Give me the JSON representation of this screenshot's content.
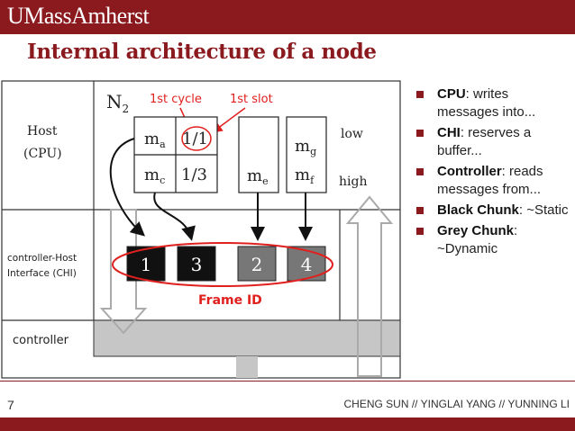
{
  "header": {
    "logo": "UMassAmherst",
    "title": "Internal architecture of a node"
  },
  "diagram": {
    "node": "N",
    "node_sub": "2",
    "layers": {
      "host": "Host",
      "cpu": "(CPU)",
      "chi_line1": "controller-Host",
      "chi_line2": "Interface (CHI)",
      "controller": "controller"
    },
    "annotations": {
      "first_cycle": "1st cycle",
      "first_slot": "1st slot",
      "frame_id": "Frame ID",
      "low": "low",
      "high": "high"
    },
    "buffer_cells": {
      "ma": "m",
      "ma_sub": "a",
      "slot": "1/1",
      "mc": "m",
      "mc_sub": "c",
      "ratio": "1/3",
      "me": "m",
      "me_sub": "e",
      "mg": "m",
      "mg_sub": "g",
      "mf": "m",
      "mf_sub": "f"
    },
    "frames": [
      {
        "label": "1",
        "kind": "black"
      },
      {
        "label": "3",
        "kind": "black"
      },
      {
        "label": "2",
        "kind": "grey"
      },
      {
        "label": "4",
        "kind": "grey"
      }
    ],
    "colors": {
      "black_chunk": "#111111",
      "grey_chunk": "#777777",
      "annotation": "#e0201e"
    }
  },
  "bullets": [
    {
      "bold": "CPU",
      "text": ": writes messages into..."
    },
    {
      "bold": "CHI",
      "text": ": reserves a buffer..."
    },
    {
      "bold": "Controller",
      "text": ": reads messages from..."
    },
    {
      "bold": "Black Chunk",
      "text": ": ~Static"
    },
    {
      "bold": "Grey Chunk",
      "text": ": ~Dynamic"
    }
  ],
  "footer": {
    "page": "7",
    "authors": "CHENG SUN // YINGLAI YANG // YUNNING LI"
  },
  "theme": {
    "brand": "#8b1a1f"
  }
}
